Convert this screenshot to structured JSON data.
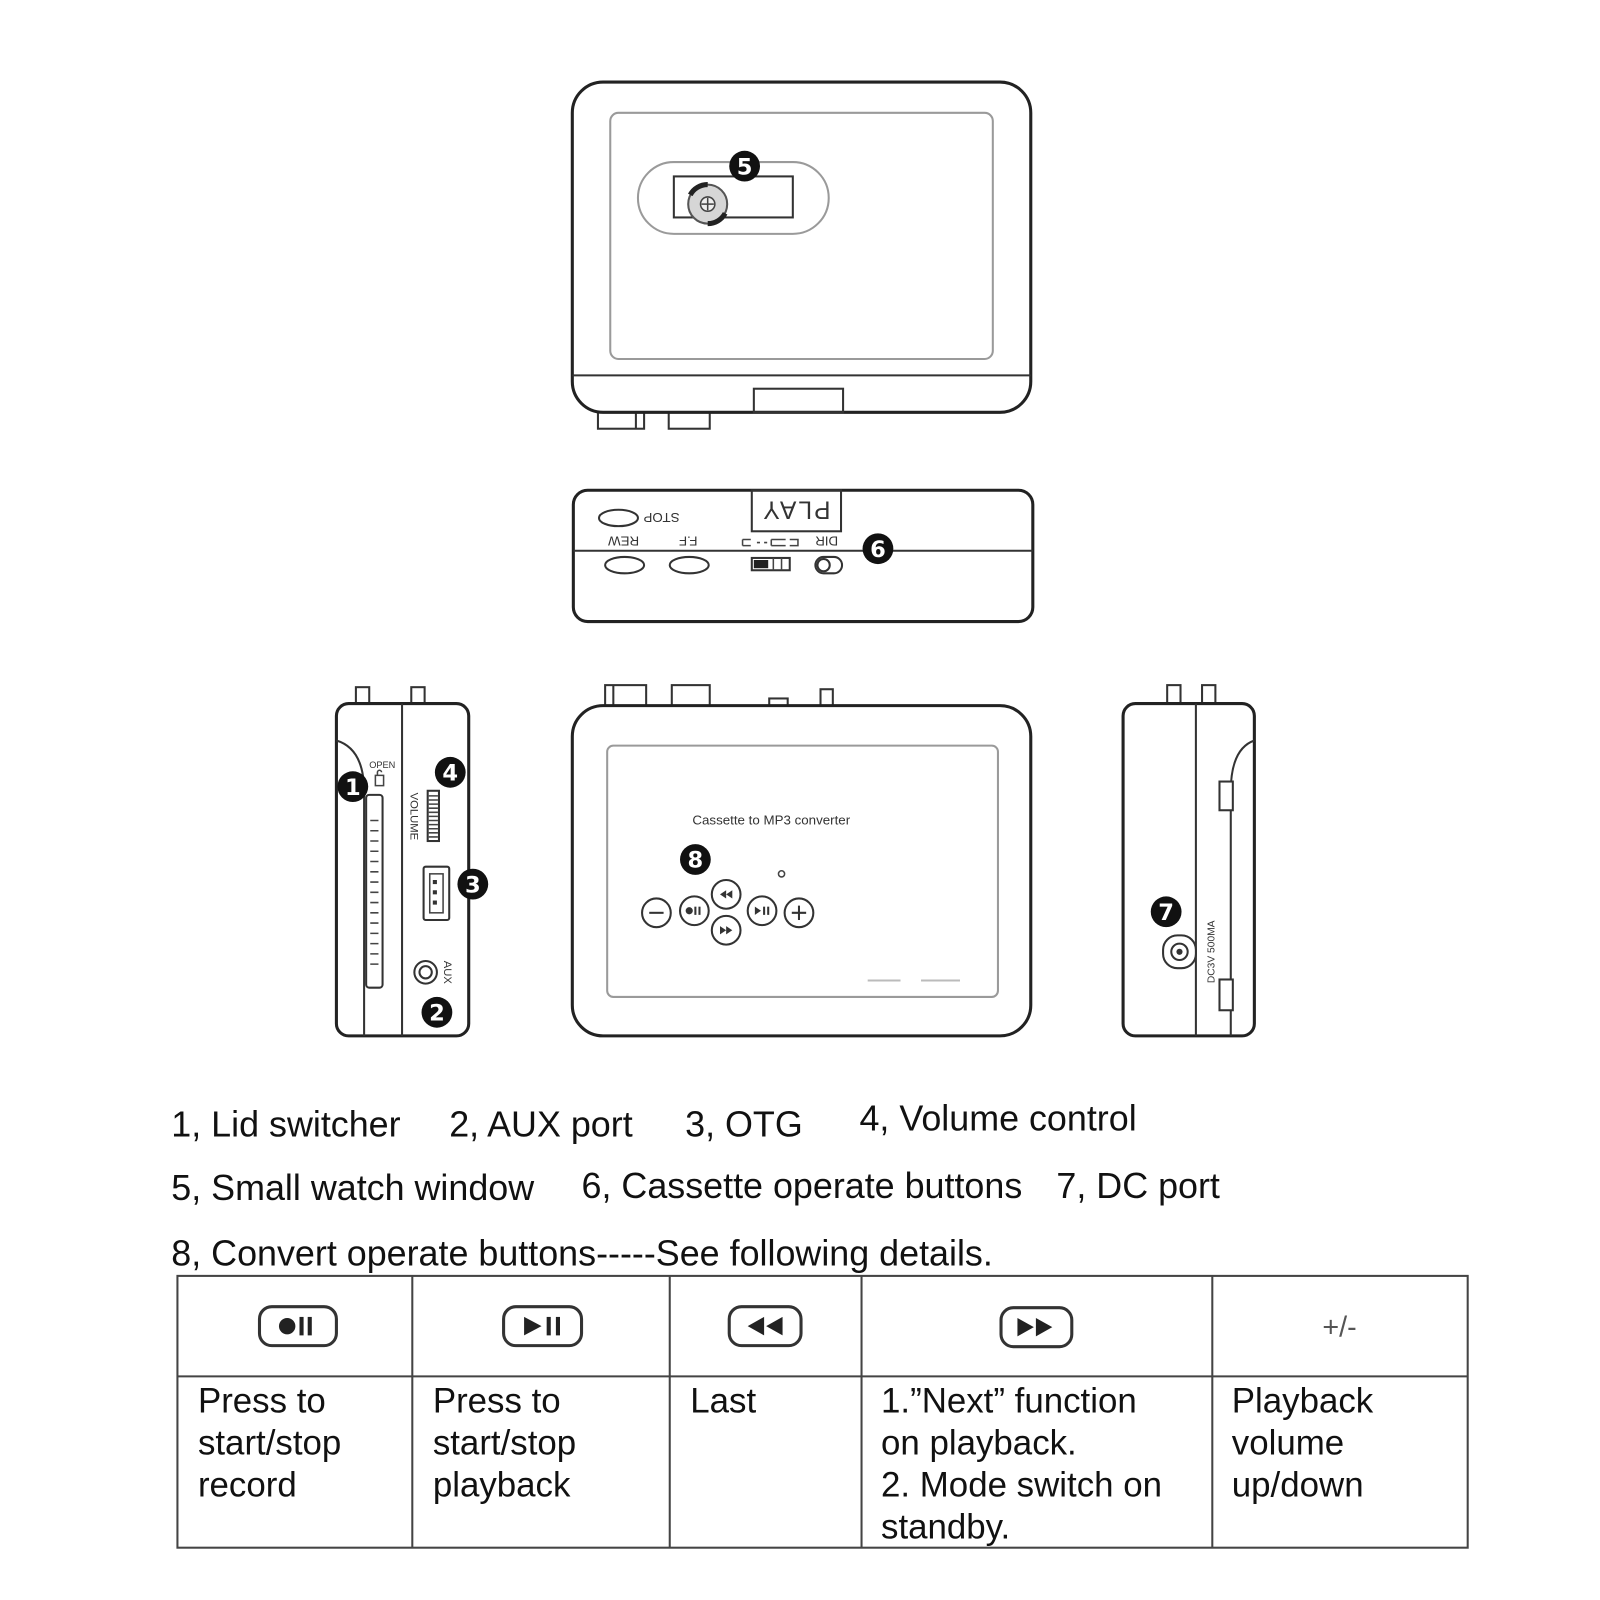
{
  "colors": {
    "ink": "#222222",
    "callout_fill": "#111111",
    "callout_text": "#ffffff",
    "panel_outline": "#9a9a9a"
  },
  "views": {
    "top": {
      "callout": "5"
    },
    "top_side": {
      "play": "PLAY",
      "stop": "STOP",
      "rew": "REW",
      "ff": "F.F",
      "dir": "DIR",
      "callout": "6"
    },
    "left_side": {
      "open": "OPEN",
      "volume": "VOLUME",
      "aux": "AUX",
      "callout_lid": "1",
      "callout_aux": "2",
      "callout_otg": "3",
      "callout_volume": "4"
    },
    "front": {
      "label": "Cassette to MP3 converter",
      "callout": "8"
    },
    "right_side": {
      "dc": "DC3V 500MA",
      "callout": "7"
    }
  },
  "legend": {
    "rows": [
      [
        "1, Lid switcher",
        "2, AUX port",
        "3, OTG",
        "4, Volume control"
      ],
      [
        "5, Small watch window",
        "6, Cassette operate buttons",
        "7, DC port"
      ],
      [
        "8, Convert operate buttons-----See following details."
      ]
    ]
  },
  "table": {
    "columns": [
      {
        "icon": "record-pause-button-icon",
        "lines": [
          "Press to",
          "start/stop",
          "record"
        ]
      },
      {
        "icon": "play-pause-button-icon",
        "lines": [
          "Press to",
          "start/stop",
          "playback"
        ]
      },
      {
        "icon": "rewind-button-icon",
        "lines": [
          "Last"
        ]
      },
      {
        "icon": "fast-forward-button-icon",
        "lines": [
          "1.”Next” function",
          "on playback.",
          "2. Mode switch on",
          "standby."
        ]
      },
      {
        "header": "+/-",
        "lines": [
          "Playback",
          "volume",
          "up/down"
        ]
      }
    ]
  }
}
